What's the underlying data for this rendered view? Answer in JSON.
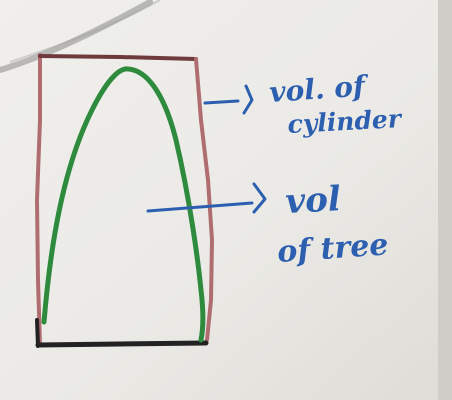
{
  "diagram": {
    "labels": {
      "cylinder": {
        "line1": "vol. of",
        "line2": "cylinder"
      },
      "tree": {
        "line1": "vol",
        "line2": "of tree"
      }
    },
    "colors": {
      "paper": "#ecebe7",
      "rectangle_sides": "#b06d70",
      "rectangle_base": "#222222",
      "tree_outline": "#2e8b3e",
      "annotation_ink": "#2d5fb0",
      "pencil": "#777777"
    }
  }
}
